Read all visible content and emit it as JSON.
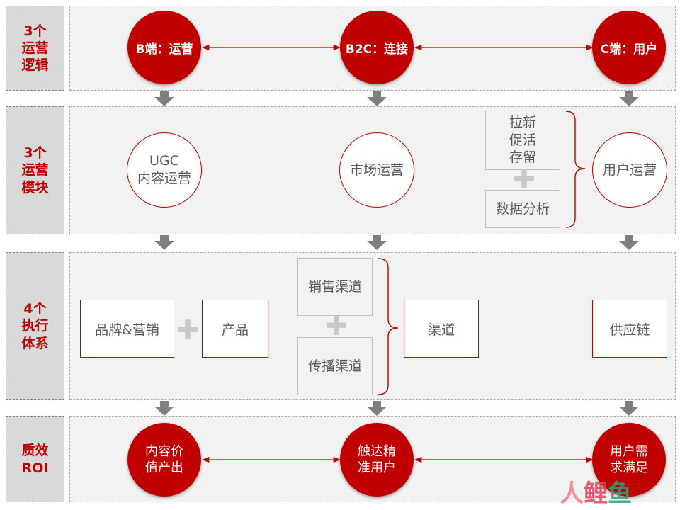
{
  "rows": [
    {
      "lines": [
        "3个",
        "运营",
        "逻辑"
      ]
    },
    {
      "lines": [
        "3个",
        "运营",
        "模块"
      ]
    },
    {
      "lines": [
        "4个",
        "执行",
        "体系"
      ]
    },
    {
      "lines": [
        "质效",
        "ROI"
      ]
    }
  ],
  "logic": {
    "b_end": "B端：运营",
    "b2c": "B2C：连接",
    "c_end": "C端：用户"
  },
  "modules": {
    "ugc": [
      "UGC",
      "内容运营"
    ],
    "market": "市场运营",
    "growth": [
      "拉新",
      "促活",
      "存留"
    ],
    "data": "数据分析",
    "user": "用户运营"
  },
  "execution": {
    "brand": "品牌&营销",
    "product": "产品",
    "sales_channel": "销售渠道",
    "spread_channel": "传播渠道",
    "channel": "渠道",
    "supply": "供应链"
  },
  "roi": {
    "content": [
      "内容价",
      "值产出"
    ],
    "reach": [
      "触达精",
      "准用户"
    ],
    "needs": [
      "用户需",
      "求满足"
    ]
  },
  "plus_symbol": "✚",
  "watermark": {
    "part1": "人",
    "part2": "鲤",
    "part3": "鱼"
  },
  "colors": {
    "accent": "#c00000",
    "panel": "#f2f2f2",
    "label_bg": "#d9d9d9",
    "arrow": "#7f7f7f"
  }
}
